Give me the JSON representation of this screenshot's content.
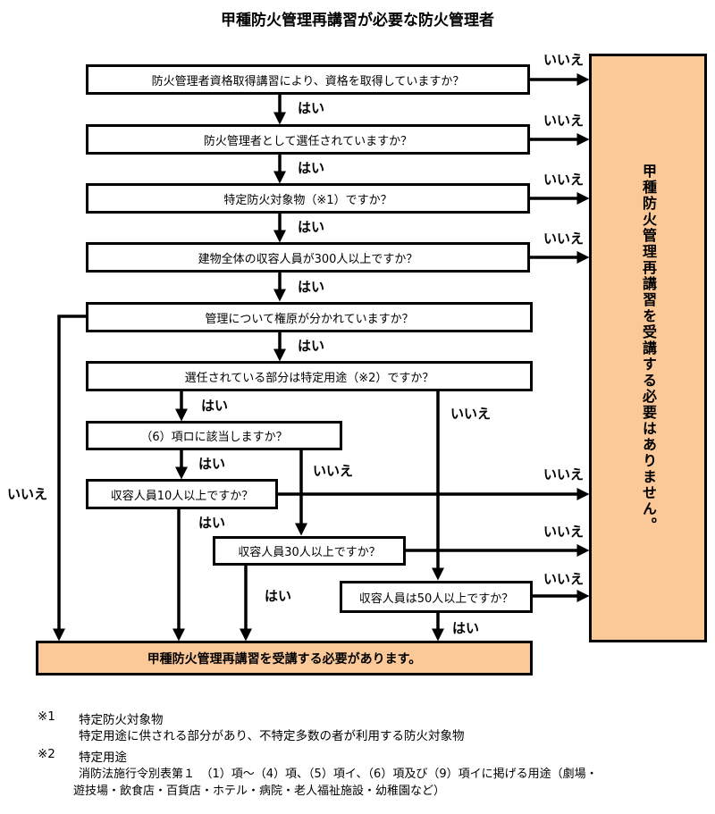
{
  "title": "甲種防火管理再講習が必要な防火管理者",
  "questions": {
    "q1": "防火管理者資格取得講習により、資格を取得していますか？",
    "q2": "防火管理者として選任されていますか？",
    "q3": "特定防火対象物（※1）ですか？",
    "q4": "建物全体の収容人員が300人以上ですか？",
    "q5": "管理について権原が分かれていますか？",
    "q6": "選任されている部分は特定用途（※2）ですか？",
    "q7": "（6）項ロに該当しますか？",
    "q8": "収容人員10人以上ですか？",
    "q9": "収容人員30人以上ですか？",
    "q10": "収容人員は50人以上ですか？"
  },
  "labels": {
    "yes": "はい",
    "no": "いいえ"
  },
  "results": {
    "required": "甲種防火管理再講習を受講する必要があります。",
    "not_required": "甲種防火管理再講習を受講する必要はありません。"
  },
  "notes": {
    "n1_mark": "※1",
    "n1_title": "特定防火対象物",
    "n1_text": "特定用途に供される部分があり、不特定多数の者が利用する防火対象物",
    "n2_mark": "※2",
    "n2_title": "特定用途",
    "n2_text1": "消防法施行令別表第１　（1）項～（4）項、（5）項イ、（6）項及び（9）項イに掲げる用途（劇場・",
    "n2_text2": "遊技場・飲食店・百貨店・ホテル・病院・老人福祉施設・幼稚園など）"
  },
  "colors": {
    "result_fill": "#fbc898",
    "line": "#000000"
  }
}
